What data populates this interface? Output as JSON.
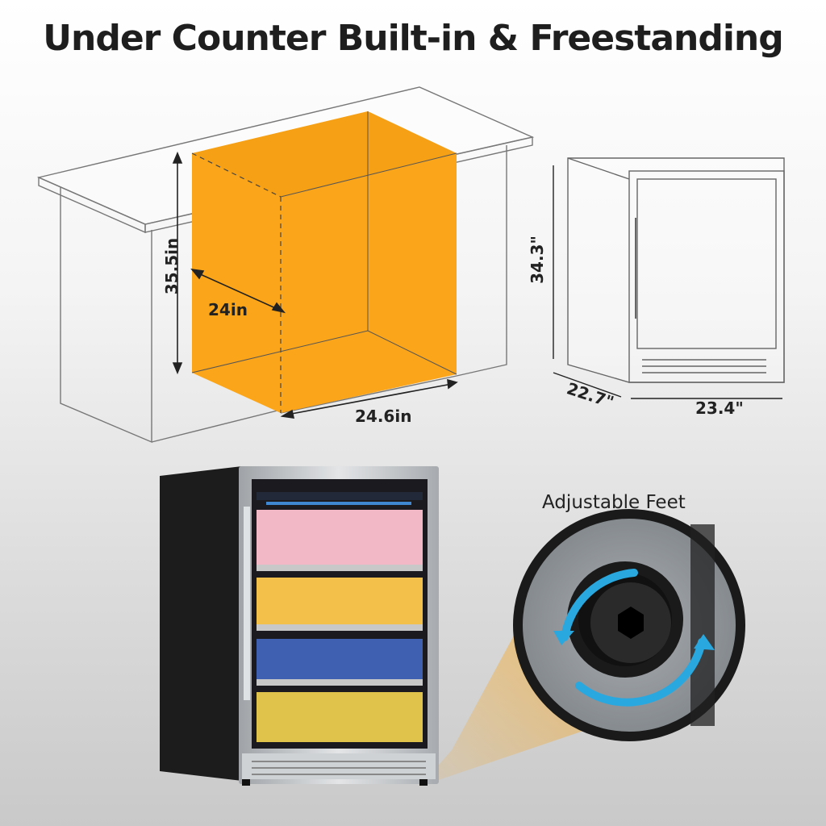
{
  "headline": "Under Counter Built-in & Freestanding",
  "cabinet_dimensions": {
    "height": "35.5in",
    "depth": "24in",
    "width": "24.6in"
  },
  "unit_dimensions": {
    "height": "34.3\"",
    "depth": "22.7\"",
    "width": "23.4\""
  },
  "feet_callout": {
    "label": "Adjustable Feet"
  },
  "colors": {
    "cavity": "#fba51a",
    "accent_arrows": "#29a8e0",
    "steel": "#b9bcbf",
    "cabinet_black": "#1c1c1c"
  }
}
